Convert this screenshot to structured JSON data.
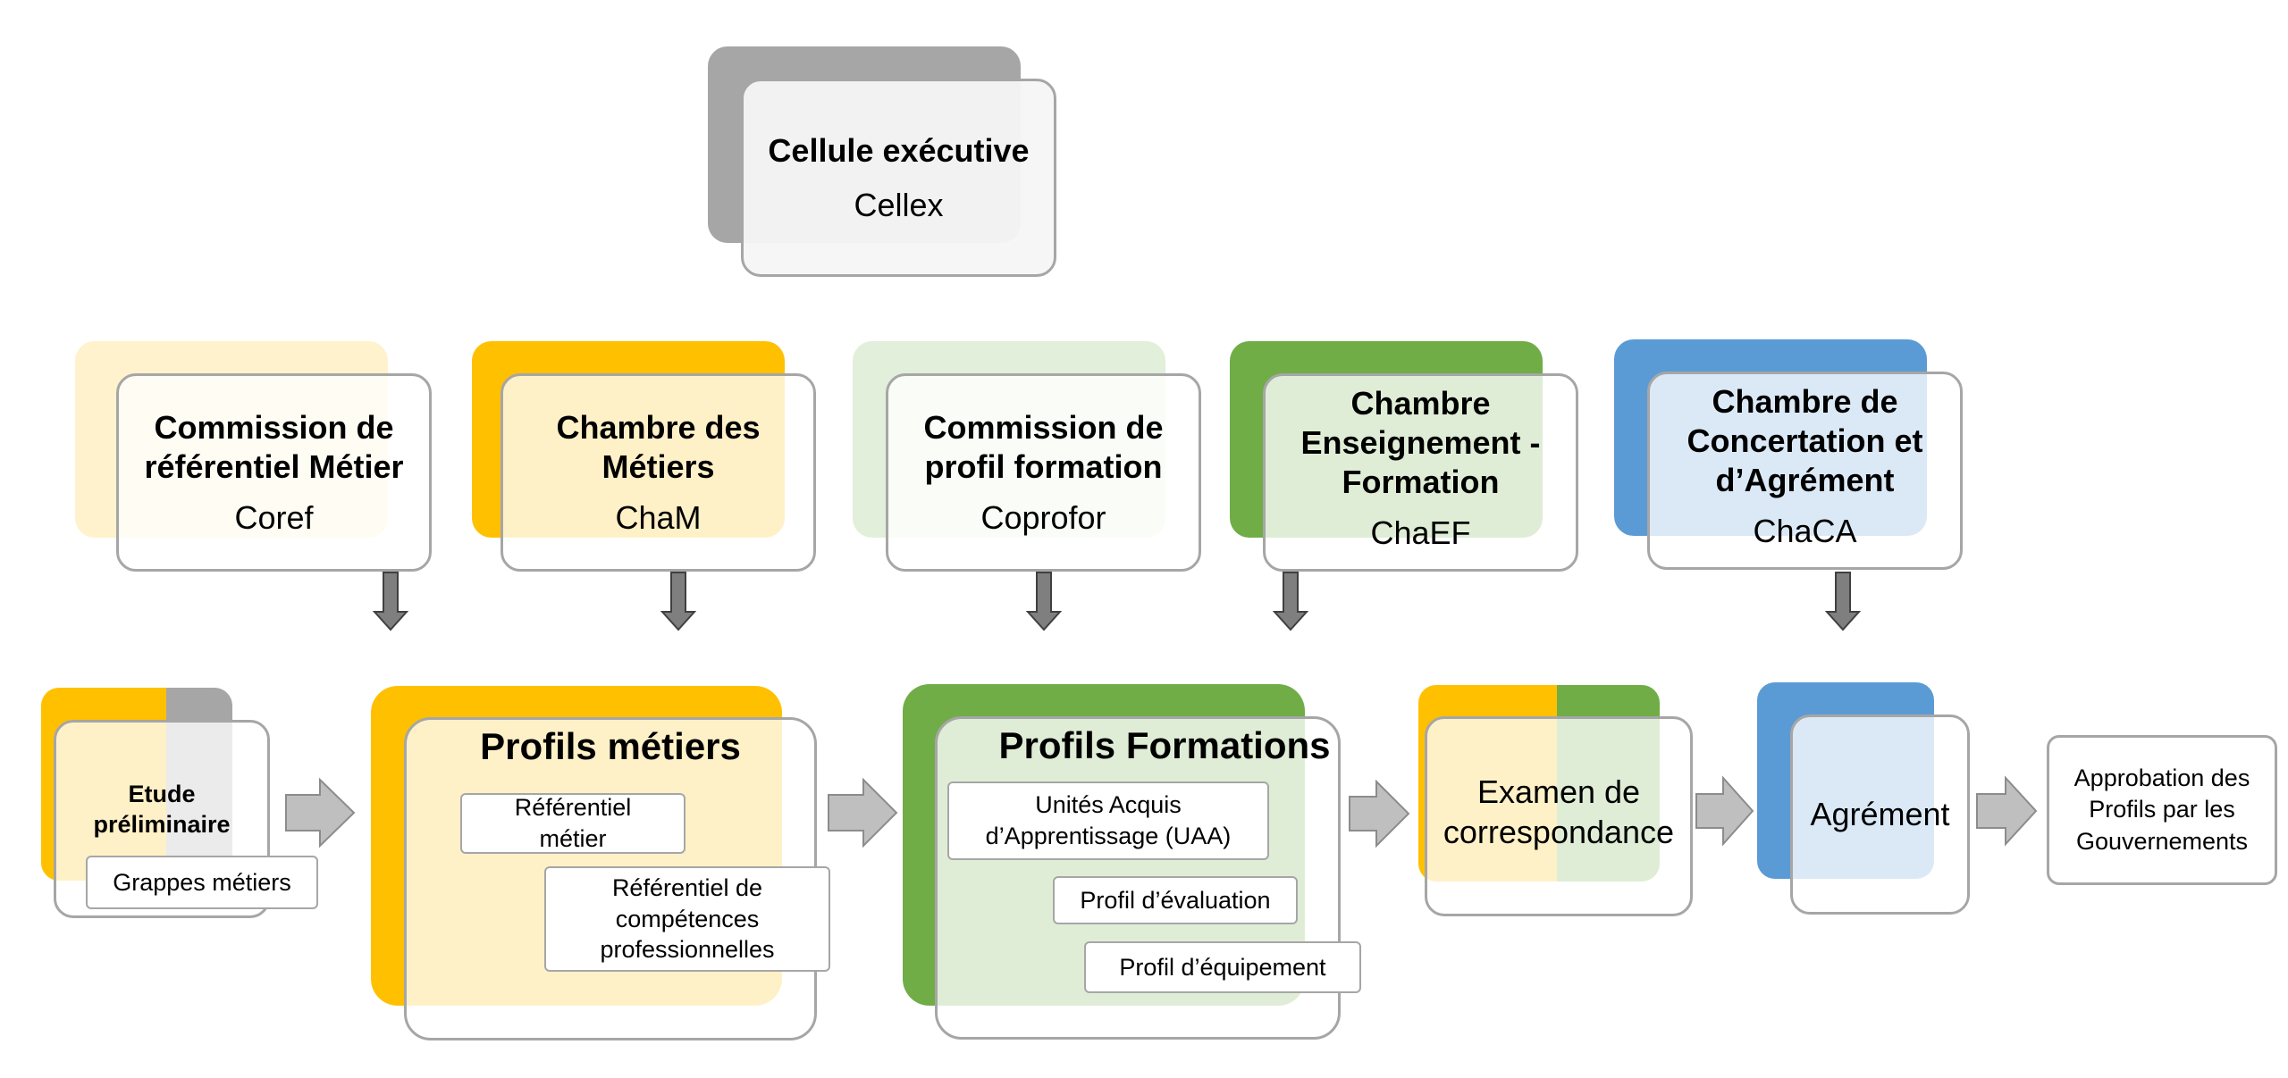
{
  "top": {
    "title": "Cellule exécutive",
    "abbr": "Cellex",
    "colors": {
      "back": "#a6a6a6",
      "front": "#f2f2f2"
    }
  },
  "bodies": [
    {
      "id": "coref",
      "title": "Commission de référentiel Métier",
      "abbr": "Coref",
      "color": "#fff2cc"
    },
    {
      "id": "cham",
      "title": "Chambre des Métiers",
      "abbr": "ChaM",
      "color": "#ffc000"
    },
    {
      "id": "coprofor",
      "title": "Commission de profil formation",
      "abbr": "Coprofor",
      "color": "#e2efda"
    },
    {
      "id": "chaef",
      "title": "Chambre Enseignement - Formation",
      "abbr": "ChaEF",
      "color": "#70ad47"
    },
    {
      "id": "chaca",
      "title": "Chambre de Concertation et d’Agrément",
      "abbr": "ChaCA",
      "color": "#5b9bd5"
    }
  ],
  "flow": {
    "etude": {
      "title": "Etude préliminaire",
      "sub": "Grappes métiers",
      "colors": [
        "#ffc000",
        "#a6a6a6"
      ]
    },
    "profils_metiers": {
      "title": "Profils métiers",
      "items": [
        "Référentiel métier",
        "Référentiel de compétences professionnelles"
      ],
      "color": "#ffc000"
    },
    "profils_formations": {
      "title": "Profils Formations",
      "items": [
        "Unités Acquis d’Apprentissage (UAA)",
        "Profil d’évaluation",
        "Profil d’équipement"
      ],
      "color": "#70ad47"
    },
    "examen": {
      "title": "Examen de correspondance",
      "colors": [
        "#ffc000",
        "#70ad47"
      ]
    },
    "agrement": {
      "title": "Agrément",
      "color": "#5b9bd5"
    },
    "approbation": {
      "title": "Approbation des Profils par les Gouvernements"
    }
  },
  "arrow_color": "#7f7f7f"
}
